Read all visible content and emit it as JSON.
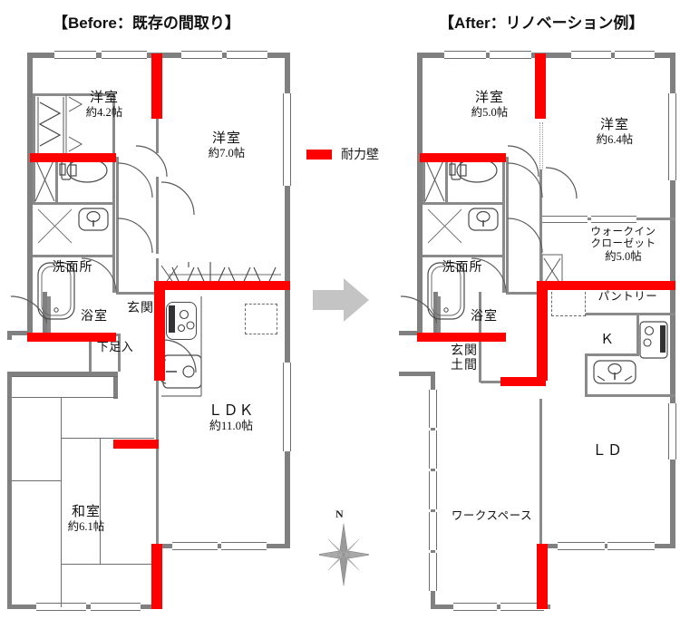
{
  "titles": {
    "before": "【Before：既存の間取り】",
    "after": "【After：リノベーション例】"
  },
  "legend": {
    "swatch_color": "#ff0000",
    "label": "耐力壁"
  },
  "compass": {
    "north_label": "N"
  },
  "arrow": {
    "name": "transition-arrow",
    "color": "#c4c4c4"
  },
  "before_plan": {
    "rooms": [
      {
        "key": "washitsu",
        "name": "和室",
        "size": "約6.1帖"
      },
      {
        "key": "yoshitsu_42",
        "name": "洋室",
        "size": "約4.2帖"
      },
      {
        "key": "yoshitsu_70",
        "name": "洋室",
        "size": "約7.0帖"
      },
      {
        "key": "ldk",
        "name": "ＬＤＫ",
        "size": "約11.0帖"
      },
      {
        "key": "senmenjo",
        "name": "洗面所",
        "size": ""
      },
      {
        "key": "yokushitsu",
        "name": "浴室",
        "size": ""
      },
      {
        "key": "genkan",
        "name": "玄関",
        "size": ""
      },
      {
        "key": "getabako",
        "name": "下足入",
        "size": ""
      }
    ],
    "labels": {
      "yoshitsu_42_name": "洋室",
      "yoshitsu_42_size": "約4.2帖",
      "yoshitsu_70_name": "洋室",
      "yoshitsu_70_size": "約7.0帖",
      "senmenjo": "洗面所",
      "yokushitsu": "浴室",
      "genkan": "玄関",
      "getabako": "下足入",
      "ldk_name": "ＬＤＫ",
      "ldk_size": "約11.0帖",
      "washitsu_name": "和室",
      "washitsu_size": "約6.1帖"
    }
  },
  "after_plan": {
    "rooms": [
      {
        "key": "yoshitsu_50",
        "name": "洋室",
        "size": "約5.0帖"
      },
      {
        "key": "yoshitsu_64",
        "name": "洋室",
        "size": "約6.4帖"
      },
      {
        "key": "wic",
        "name": "ウォークインクローゼット",
        "size": "約5.0帖"
      },
      {
        "key": "pantry",
        "name": "パントリー",
        "size": ""
      },
      {
        "key": "kitchen",
        "name": "Ｋ",
        "size": ""
      },
      {
        "key": "ld",
        "name": "ＬＤ",
        "size": ""
      },
      {
        "key": "senmenjo",
        "name": "洗面所",
        "size": ""
      },
      {
        "key": "yokushitsu",
        "name": "浴室",
        "size": ""
      },
      {
        "key": "genkan_doma",
        "name": "玄関土間",
        "size": ""
      },
      {
        "key": "workspace",
        "name": "ワークスペース",
        "size": ""
      }
    ],
    "labels": {
      "yoshitsu_50_name": "洋室",
      "yoshitsu_50_size": "約5.0帖",
      "yoshitsu_64_name": "洋室",
      "yoshitsu_64_size": "約6.4帖",
      "wic_line1": "ウォークイン",
      "wic_line2": "クローゼット",
      "wic_size": "約5.0帖",
      "pantry": "パントリー",
      "kitchen": "Ｋ",
      "ld": "ＬＤ",
      "senmenjo": "洗面所",
      "yokushitsu": "浴室",
      "genkan_line1": "玄関",
      "genkan_line2": "土間",
      "workspace": "ワークスペース"
    }
  },
  "colors": {
    "bearing_wall": "#ff0000",
    "wall": "#808080",
    "arrow": "#c4c4c4",
    "background": "#ffffff"
  }
}
